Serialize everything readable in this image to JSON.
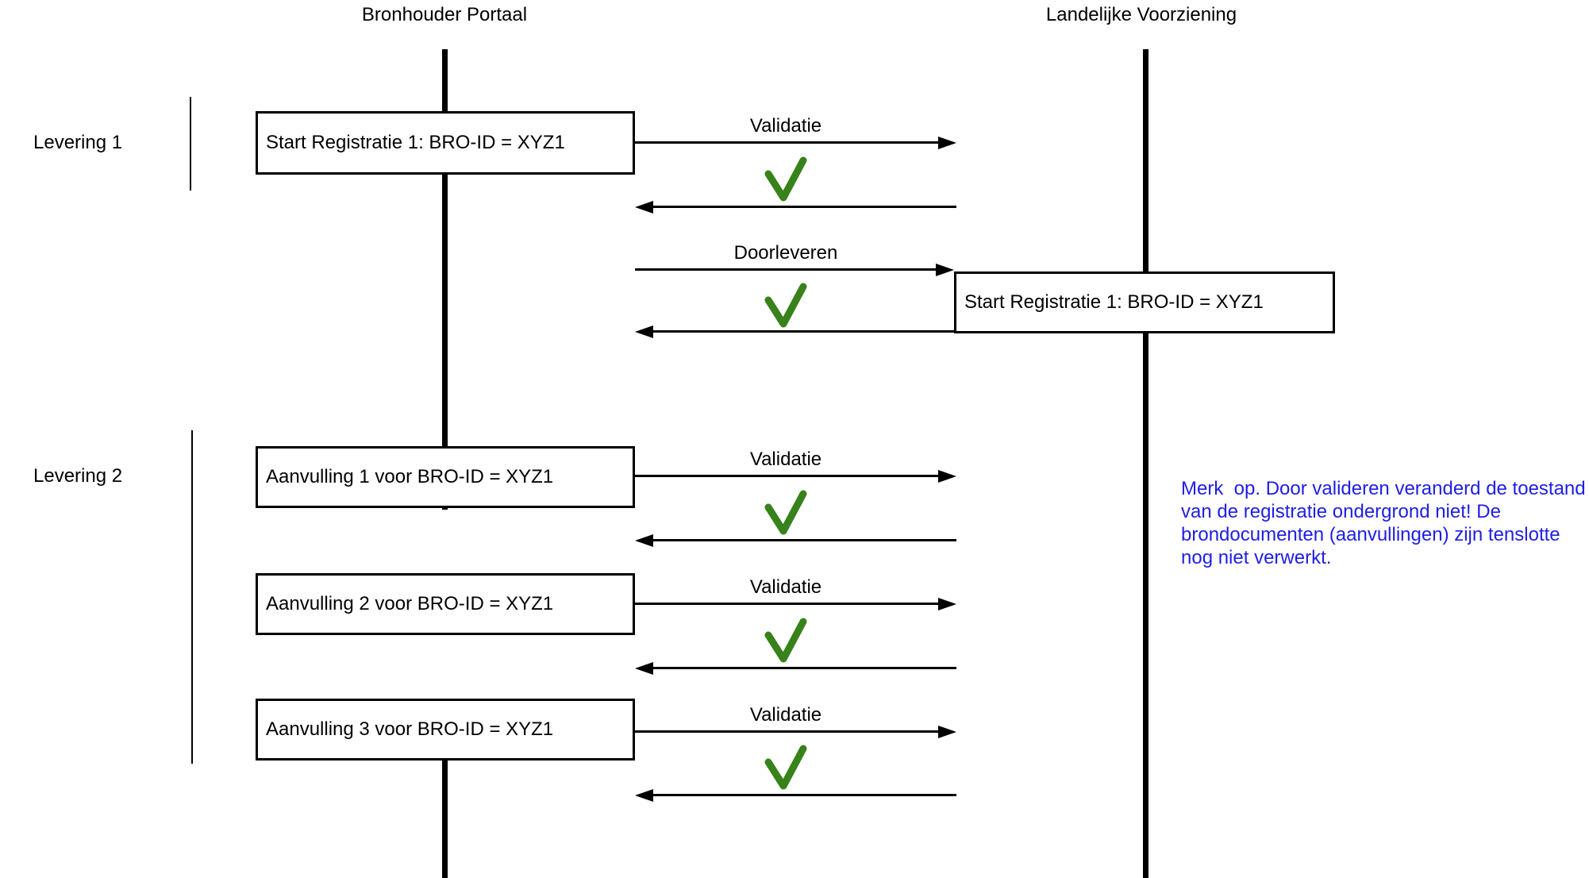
{
  "diagram": {
    "actors": {
      "left": {
        "name": "Bronhouder Portaal"
      },
      "right": {
        "name": "Landelijke Voorziening"
      }
    },
    "phases": {
      "levering1": {
        "label": "Levering 1"
      },
      "levering2": {
        "label": "Levering 2"
      }
    },
    "boxes": {
      "start_registratie_bp": "Start Registratie 1: BRO-ID = XYZ1",
      "start_registratie_lv": "Start Registratie 1: BRO-ID = XYZ1",
      "aanvulling_1": "Aanvulling 1 voor BRO-ID = XYZ1",
      "aanvulling_2": "Aanvulling 2 voor BRO-ID = XYZ1",
      "aanvulling_3": "Aanvulling 3 voor BRO-ID = XYZ1"
    },
    "messages": {
      "validatie_1": "Validatie",
      "doorleveren": "Doorleveren",
      "validatie_2": "Validatie",
      "validatie_3": "Validatie",
      "validatie_4": "Validatie"
    },
    "note": {
      "line1": "Merk  op. Door valideren veranderd de toestand",
      "line2": "van de registratie ondergrond niet! De",
      "line3": "brondocumenten (aanvullingen) zijn tenslotte",
      "line4": "nog niet verwerkt."
    },
    "colors": {
      "check_green": "#37821a",
      "note_blue": "#1e1ee6",
      "line_black": "#000000"
    }
  }
}
